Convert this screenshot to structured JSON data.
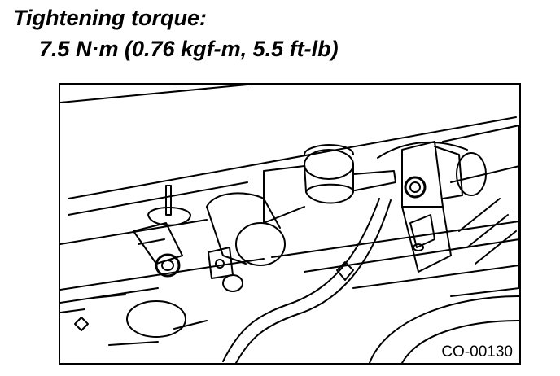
{
  "heading": {
    "label": "Tightening torque:",
    "value": "7.5 N·m (0.76 kgf-m, 5.5 ft-lb)"
  },
  "figure": {
    "code": "CO-00130"
  },
  "colors": {
    "ink": "#000000",
    "paper": "#ffffff"
  }
}
